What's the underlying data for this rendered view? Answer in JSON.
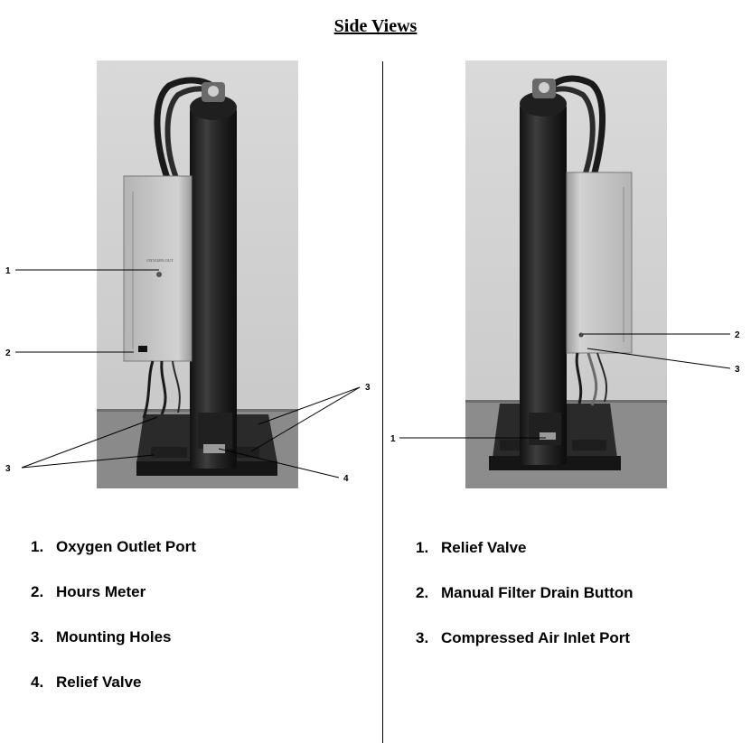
{
  "title": "Side Views",
  "left_view": {
    "callouts": [
      "1",
      "2",
      "3",
      "3",
      "4"
    ],
    "legend": [
      {
        "num": "1.",
        "label": "Oxygen Outlet Port"
      },
      {
        "num": "2.",
        "label": "Hours Meter"
      },
      {
        "num": "3.",
        "label": "Mounting Holes"
      },
      {
        "num": "4.",
        "label": "Relief Valve"
      }
    ],
    "panel_text": "OXYGEN OUT"
  },
  "right_view": {
    "callouts": [
      "1",
      "2",
      "3"
    ],
    "legend": [
      {
        "num": "1.",
        "label": "Relief Valve"
      },
      {
        "num": "2.",
        "label": "Manual Filter Drain Button"
      },
      {
        "num": "3.",
        "label": "Compressed Air Inlet Port"
      }
    ]
  }
}
